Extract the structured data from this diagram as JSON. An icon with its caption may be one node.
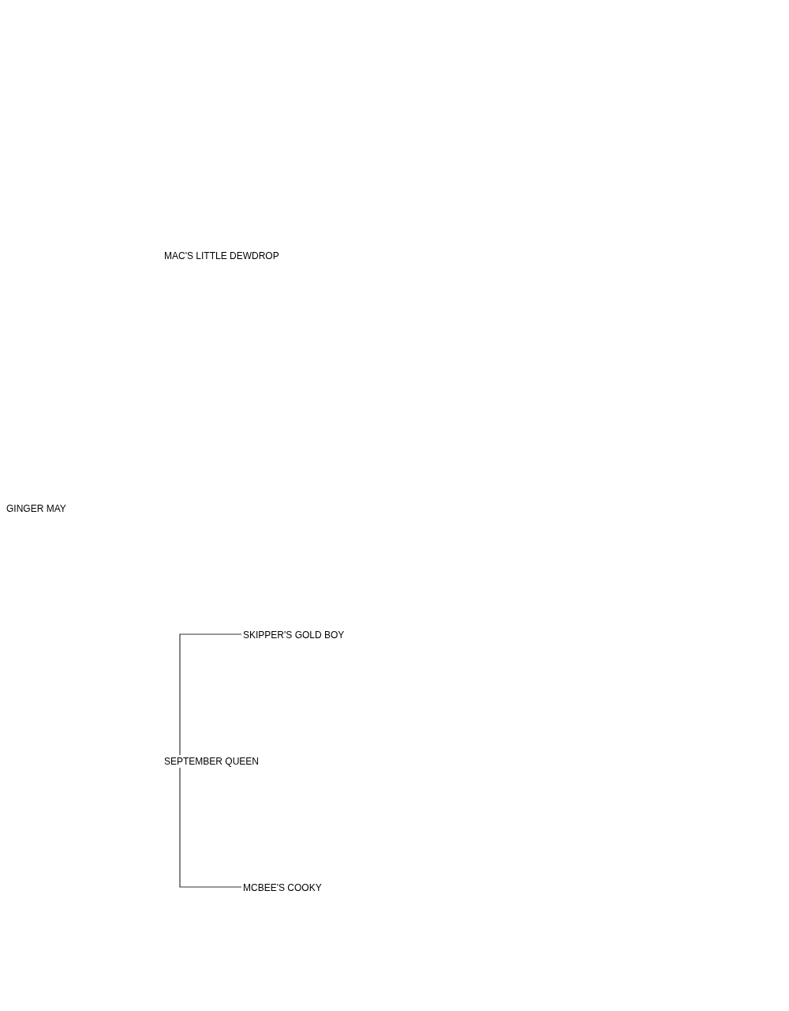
{
  "diagram": {
    "nodes": [
      {
        "text": [
          "MAC'S LITTLE DEWDROP"
        ]
      },
      {
        "text": [
          "GINGER MAY"
        ]
      },
      {
        "text": [
          "SKIPPER'S GOLD BOY"
        ]
      },
      {
        "text": [
          "SEPTEMBER QUEEN"
        ]
      },
      {
        "text": [
          "MCBEE'S COOKY"
        ]
      }
    ],
    "edges": [
      {
        "from": 3,
        "to": 2,
        "arrow": "none"
      },
      {
        "from": 3,
        "to": 4,
        "arrow": "none"
      }
    ]
  }
}
